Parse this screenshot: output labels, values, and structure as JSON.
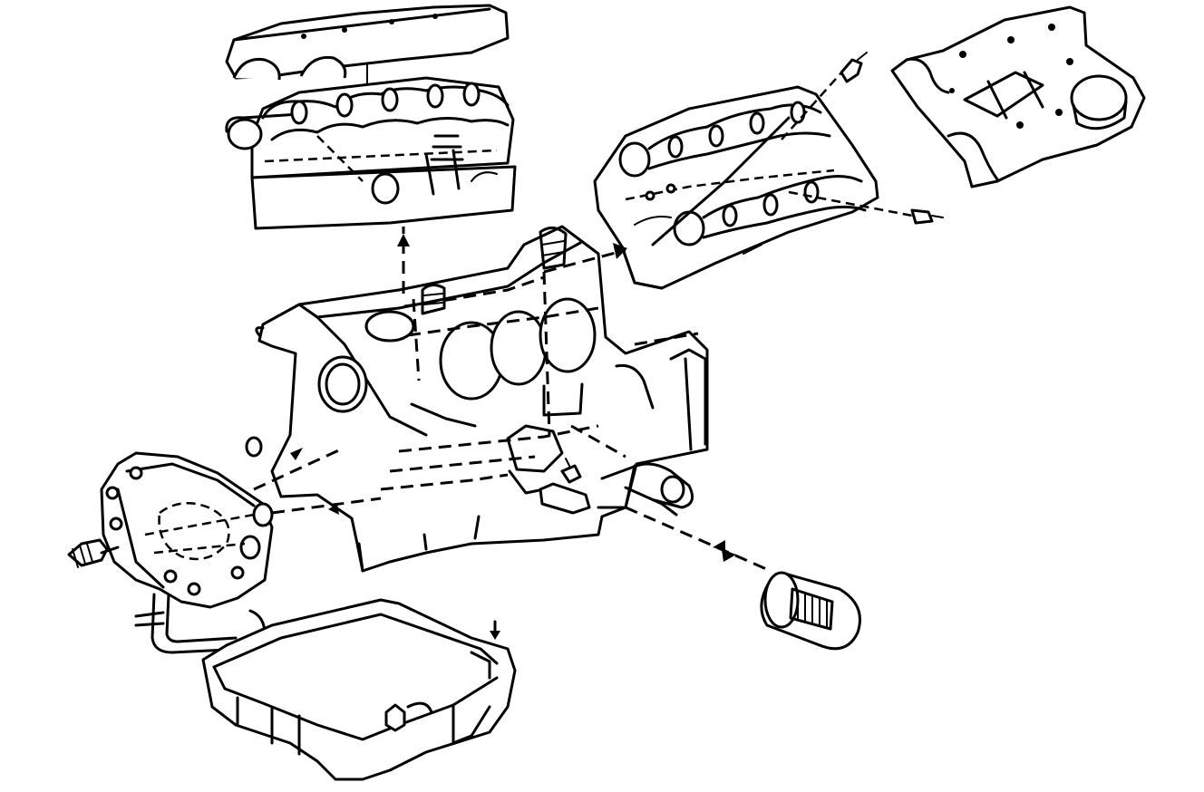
{
  "diagram": {
    "kind": "exploded engine lubrication line drawing",
    "colors": {
      "line": "#000000",
      "background": "#ffffff"
    },
    "parts": [
      "upper-left-camshaft-cover",
      "left-cylinder-head",
      "right-cylinder-head",
      "right-camshaft-cover",
      "engine-block",
      "front-cover-oil-pump",
      "oil-pan",
      "oil-filter",
      "oil-pump-pickup-tube",
      "oil-pressure-sender"
    ]
  }
}
